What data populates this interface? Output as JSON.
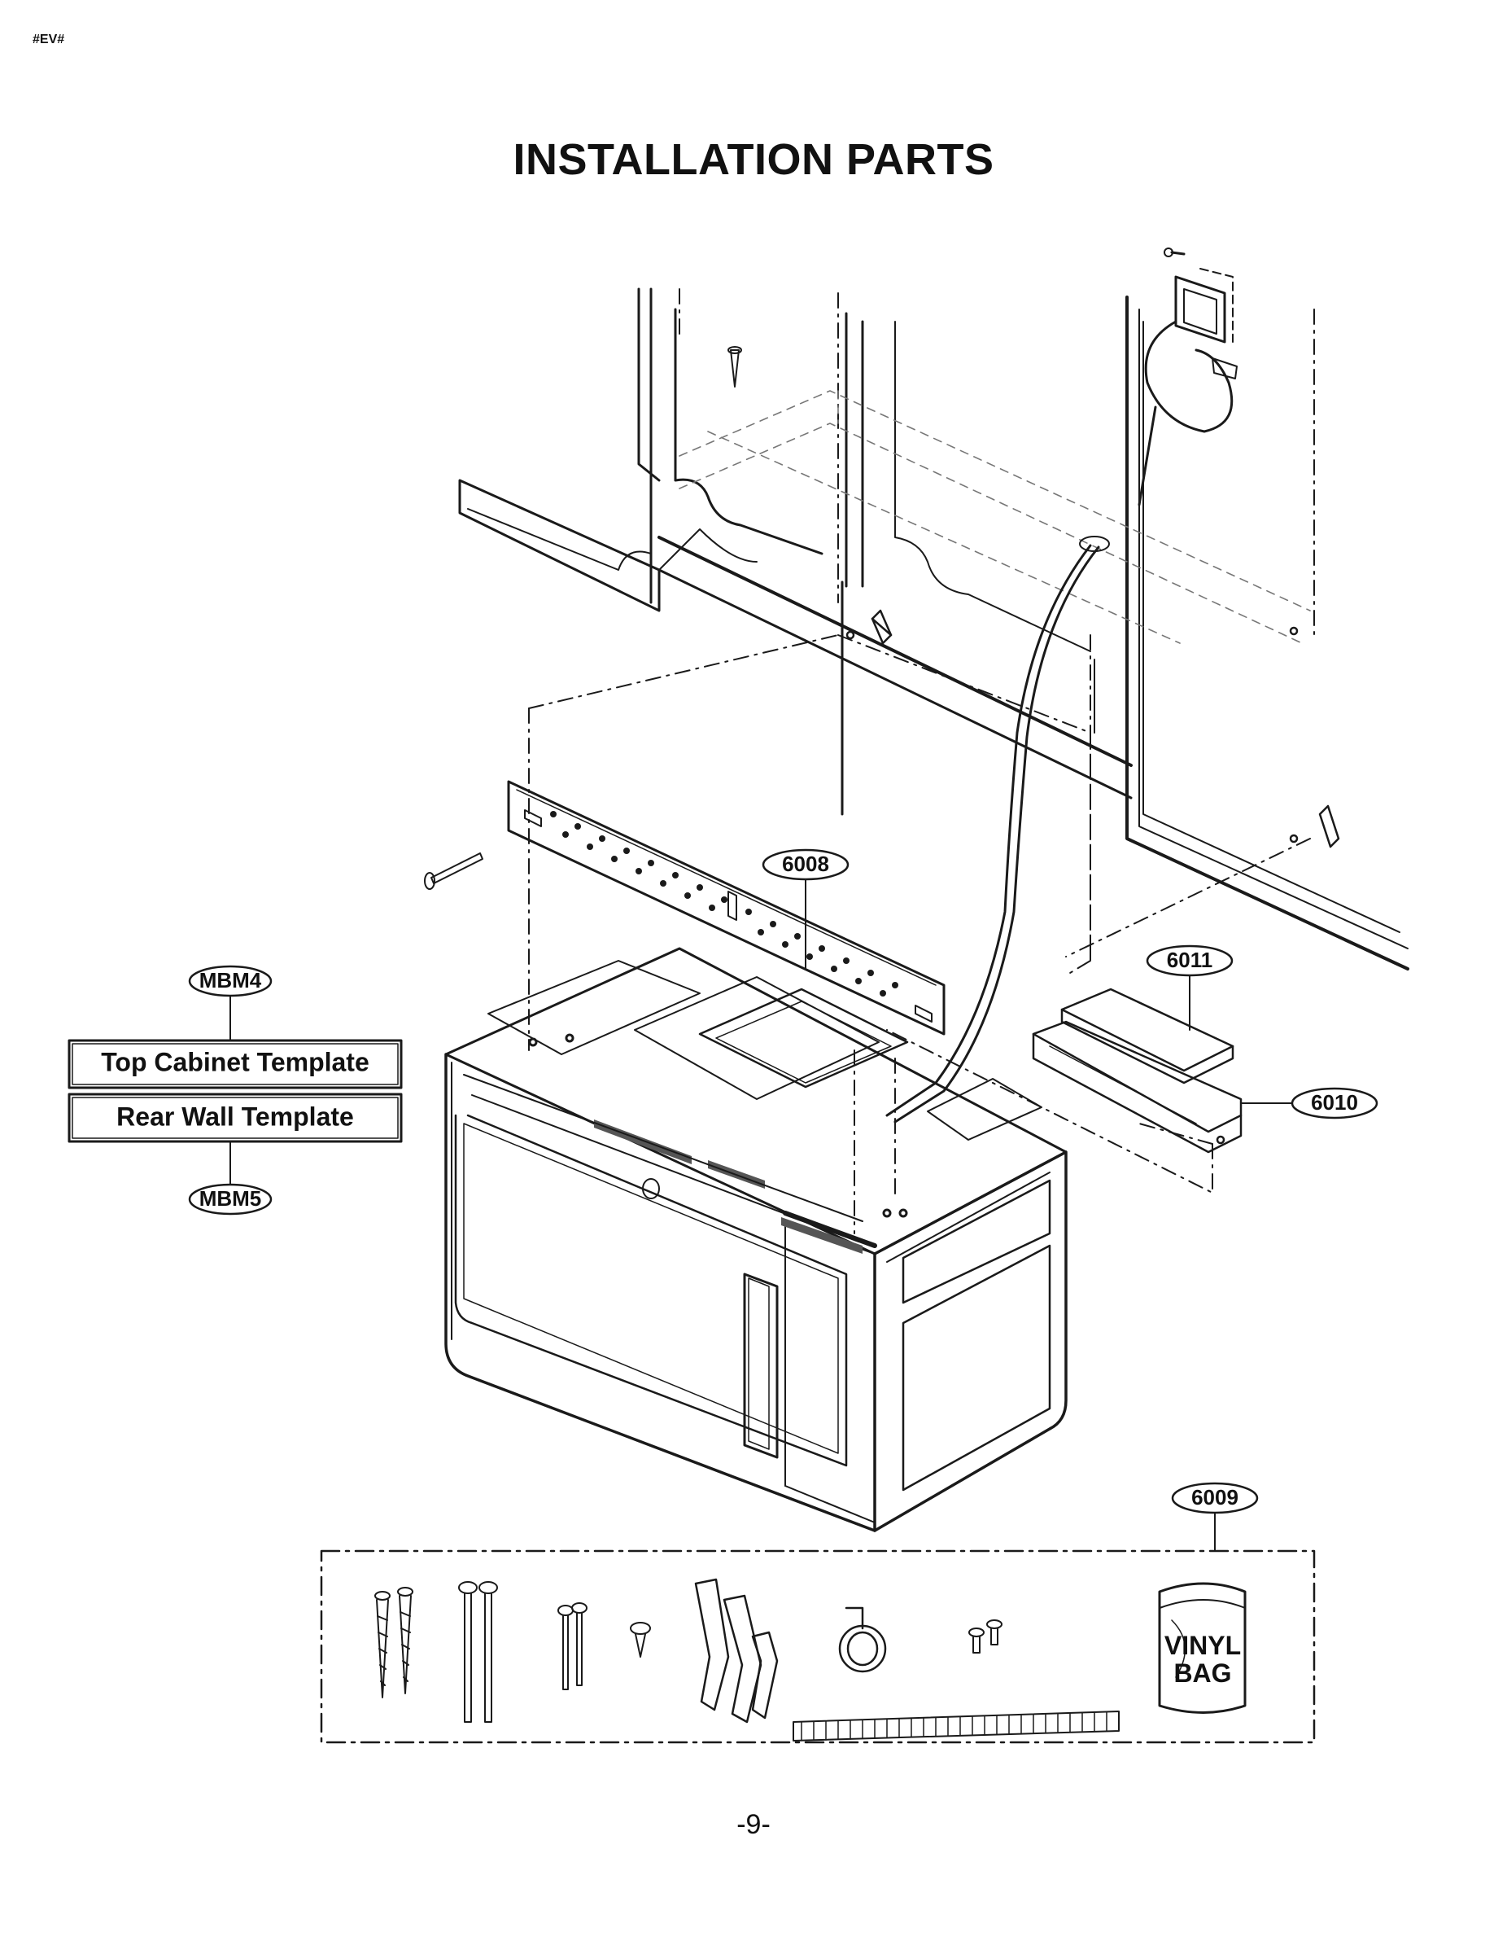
{
  "page": {
    "corner_tag": "#EV#",
    "title": "INSTALLATION PARTS",
    "page_number": "-9-"
  },
  "callouts": {
    "c6008": "6008",
    "c6011": "6011",
    "c6010": "6010",
    "c6009": "6009",
    "mbm4": "MBM4",
    "mbm5": "MBM5"
  },
  "templates": {
    "top_cabinet": "Top Cabinet Template",
    "rear_wall": "Rear Wall Template"
  },
  "kit": {
    "bag_line1": "VINYL",
    "bag_line2": "BAG"
  }
}
